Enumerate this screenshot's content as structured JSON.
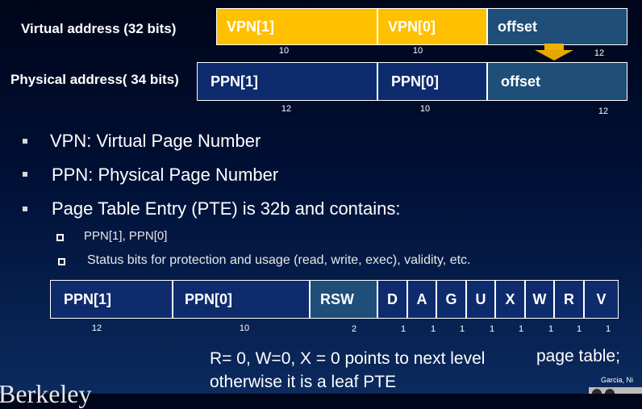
{
  "virtual": {
    "label": "Virtual address (32 bits)",
    "fields": [
      "VPN[1]",
      "VPN[0]",
      "offset"
    ],
    "bits": [
      "10",
      "10",
      "12"
    ]
  },
  "physical": {
    "label": "Physical address( 34 bits)",
    "fields": [
      "PPN[1]",
      "PPN[0]",
      "offset"
    ],
    "bits": [
      "12",
      "10",
      "12"
    ]
  },
  "bullets": [
    "VPN: Virtual Page Number",
    "PPN: Physical Page Number",
    "Page Table Entry (PTE) is 32b and contains:"
  ],
  "sub_bullets": [
    "PPN[1], PPN[0]",
    "Status bits for protection and usage (read, write, exec), validity, etc."
  ],
  "pte": {
    "fields": [
      "PPN[1]",
      "PPN[0]",
      "RSW",
      "D",
      "A",
      "G",
      "U",
      "X",
      "W",
      "R",
      "V"
    ],
    "bits": [
      "12",
      "10",
      "2",
      "1",
      "1",
      "1",
      "1",
      "1",
      "1",
      "1",
      "1"
    ]
  },
  "note": {
    "line1": "R= 0, W=0, X = 0 points to next level",
    "line1b": "page table;",
    "line2": "otherwise it is a leaf PTE"
  },
  "footer": {
    "logo_text": "Berkeley",
    "author": "Garcia, Ni"
  },
  "colors": {
    "accent_yellow": "#ffc000",
    "steel_blue": "#1f4e79",
    "navy": "#0e2b6e"
  }
}
